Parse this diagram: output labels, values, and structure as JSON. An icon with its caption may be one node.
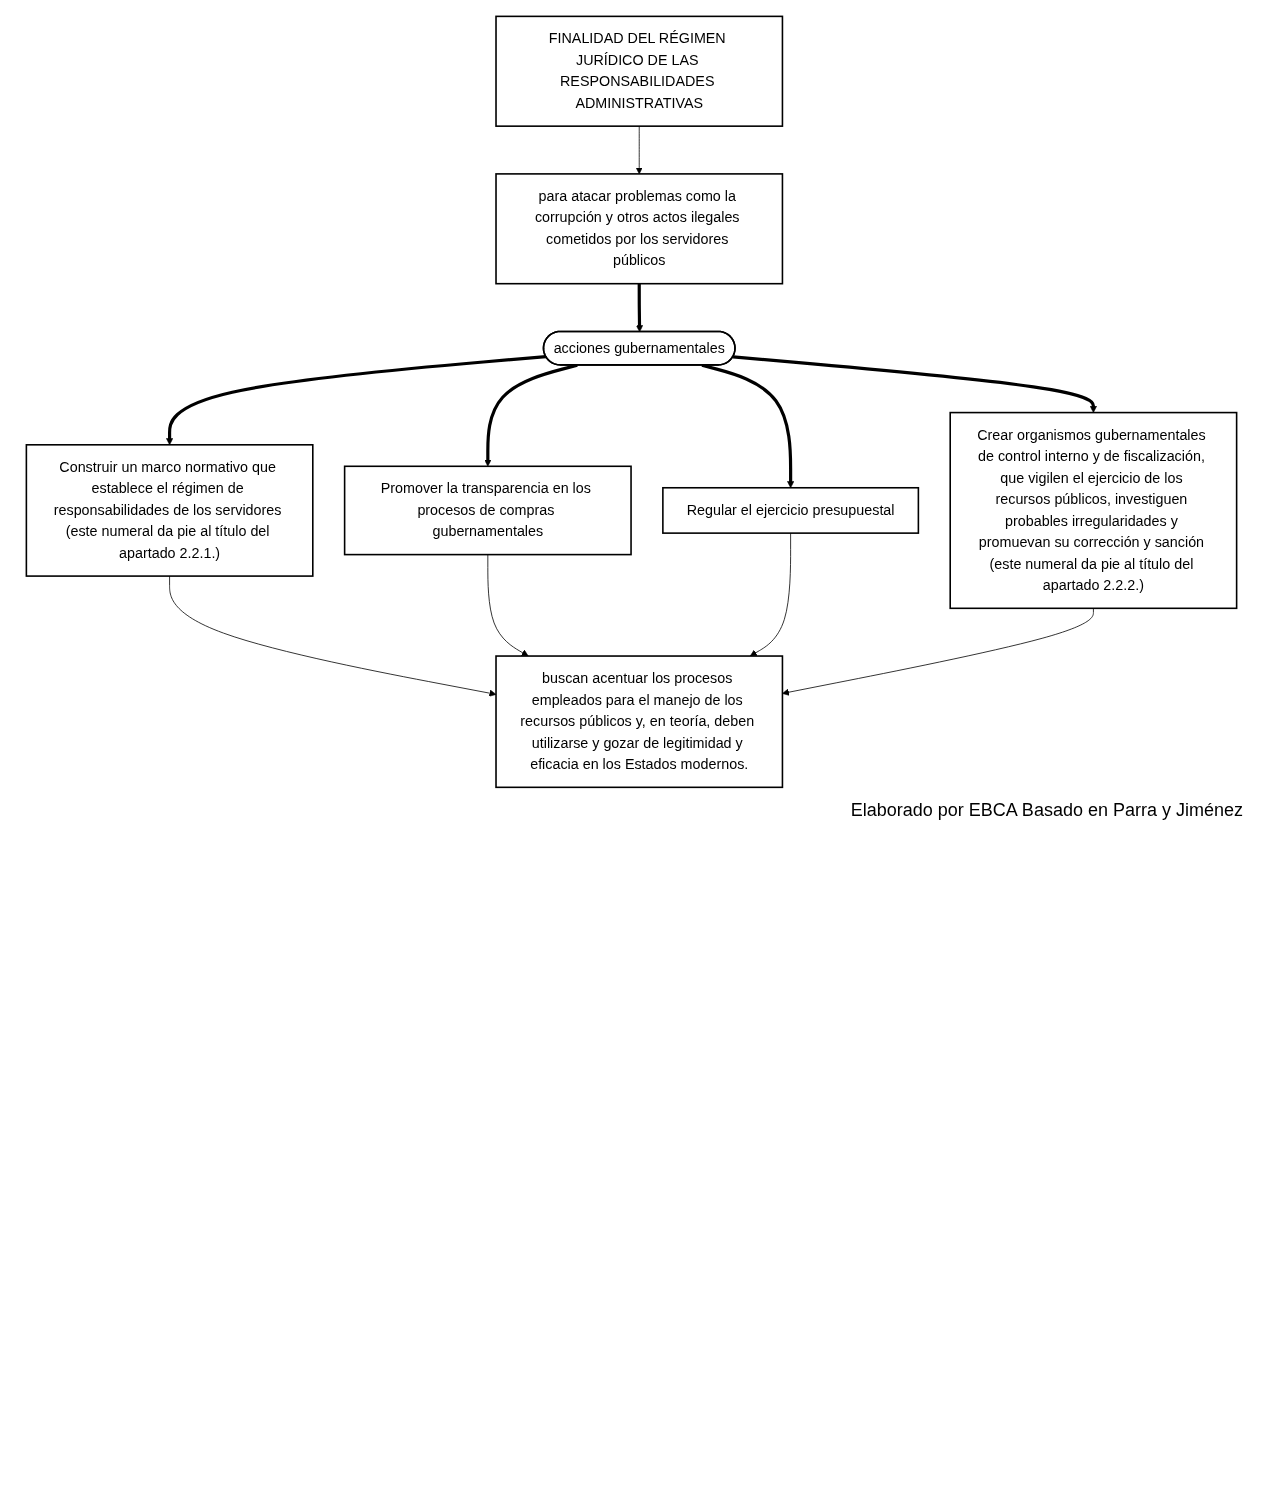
{
  "diagram": {
    "caption": "Elaborado por EBCA Basado en Parra y Jiménez",
    "nodes": [
      {
        "text": [
          "FINALIDAD DEL RÉGIMEN JURÍDICO DE LAS RESPONSABILIDADES ADMINISTRATIVAS"
        ]
      },
      {
        "text": [
          "para atacar problemas como la corrupción y otros actos ilegales cometidos por los servidores públicos"
        ]
      },
      {
        "text": [
          "Construir un marco normativo que establece el régimen de responsabilidades de los servidores (este numeral da pie al título del apartado 2.2.1.)"
        ]
      },
      {
        "text": [
          "acciones gubernamentales"
        ]
      },
      {
        "text": [
          "Crear organismos gubernamentales de control interno y de fiscalización, que vigilen el ejercicio de los recursos públicos, investiguen probables irregularidades y promuevan su corrección y sanción (este numeral da pie al título del apartado 2.2.2.)"
        ]
      },
      {
        "text": [
          "Promover la transparencia en los procesos de compras gubernamentales"
        ]
      },
      {
        "text": [
          "Regular el ejercicio presupuestal"
        ]
      },
      {
        "text": [
          "buscan acentuar los procesos empleados para el manejo de los recursos públicos y, en teoría, deben utilizarse y gozar de legitimidad y eficacia en los Estados modernos."
        ]
      }
    ],
    "edges": [
      {
        "from": 0,
        "to": 1,
        "arrow": "to"
      },
      {
        "from": 1,
        "to": 3,
        "arrow": "to",
        "style": "thick"
      },
      {
        "from": 3,
        "to": 2,
        "arrow": "to",
        "style": "thick"
      },
      {
        "from": 3,
        "to": 4,
        "arrow": "to",
        "style": "thick"
      },
      {
        "from": 3,
        "to": 5,
        "arrow": "to",
        "style": "thick"
      },
      {
        "from": 3,
        "to": 6,
        "arrow": "to",
        "style": "thick"
      },
      {
        "from": 2,
        "to": 7,
        "arrow": "to"
      },
      {
        "from": 5,
        "to": 7,
        "arrow": "to"
      },
      {
        "from": 6,
        "to": 7,
        "arrow": "to"
      },
      {
        "from": 4,
        "to": 7,
        "arrow": "to"
      }
    ]
  }
}
